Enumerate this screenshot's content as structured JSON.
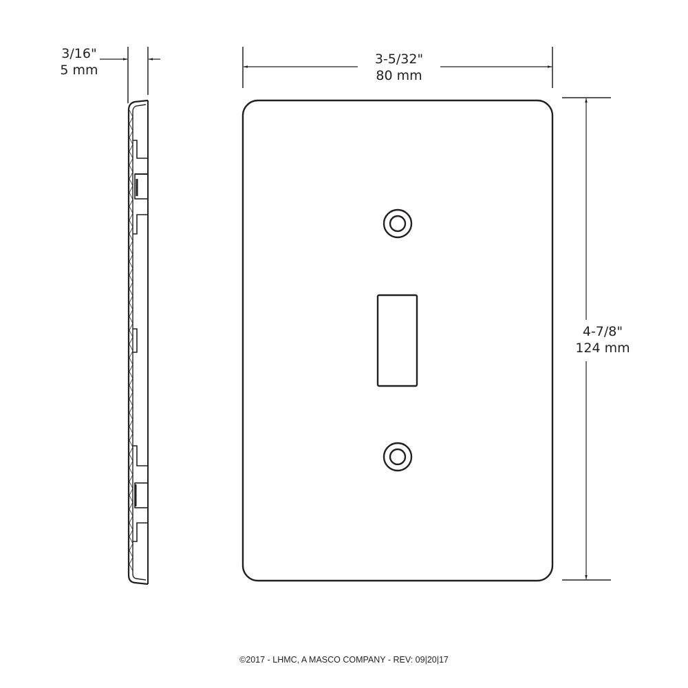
{
  "drawing": {
    "title": "Single toggle wall plate dimensional drawing",
    "views": [
      "side-profile",
      "front"
    ],
    "colors": {
      "line": "#231f20",
      "background": "#ffffff"
    }
  },
  "dimensions": {
    "thickness": {
      "imperial": "3/16\"",
      "metric": "5 mm"
    },
    "width": {
      "imperial": "3-5/32\"",
      "metric": "80 mm"
    },
    "height": {
      "imperial": "4-7/8\"",
      "metric": "124 mm"
    }
  },
  "features": {
    "screw_holes": 2,
    "toggle_openings": 1
  },
  "footer": {
    "text": "©2017 - LHMC, A MASCO COMPANY - REV: 09|20|17"
  }
}
